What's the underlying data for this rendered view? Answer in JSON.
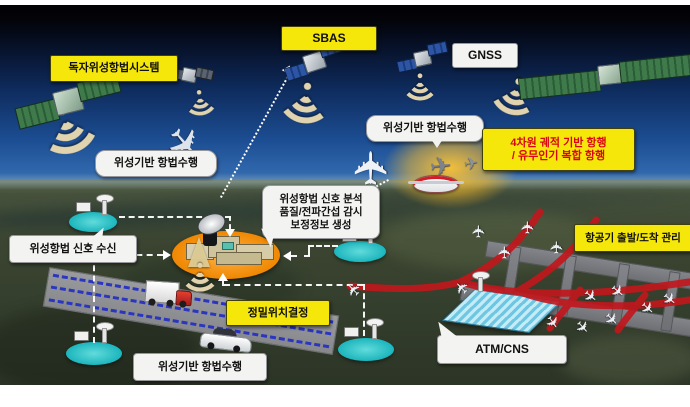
{
  "icons": {
    "airplane": "✈"
  },
  "labels": {
    "independent_nav_system": "독자위성항법시스템",
    "sbas": "SBAS",
    "gnss": "GNSS",
    "satnav_perform_sky": "위성기반 항법수행",
    "satnav_perform_cluster": "위성기반 항법수행",
    "trajectory_line1": "4차원 궤적 기반 항행",
    "trajectory_line2": "/ 유무인기 복합 항행",
    "analysis_line1": "위성항법 신호 분석",
    "analysis_line2": "품질/전파간섭 감시",
    "analysis_line3": "보정정보 생성",
    "signal_receive": "위성항법 신호 수신",
    "precise_positioning": "정밀위치결정",
    "satnav_perform_ground": "위성기반 항법수행",
    "atm_cns": "ATM/CNS",
    "departure_arrival_mgmt": "항공기 출발/도착 관리"
  },
  "colors": {
    "label_yellow": "#f6e70a",
    "trajectory_text_red": "#d90416",
    "control_center_orange": "#ef8600",
    "station_pad_cyan": "#17b3bb",
    "flight_path_red": "#c3161c",
    "road_gray": "#8f9194",
    "lane_dash_blue": "#2a35c0",
    "signal_wave_tan": "#e0d3ae",
    "sky_top": "#020204",
    "sky_bottom": "#3f74b2"
  }
}
